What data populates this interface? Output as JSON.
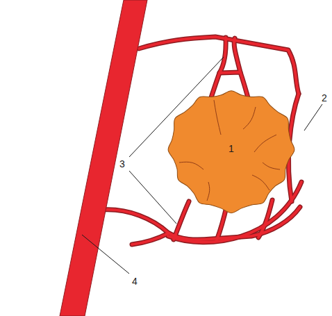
{
  "diagram": {
    "nodes": [
      {
        "text": [
          "1"
        ]
      }
    ],
    "labels": [
      "2",
      "3",
      "4"
    ]
  }
}
